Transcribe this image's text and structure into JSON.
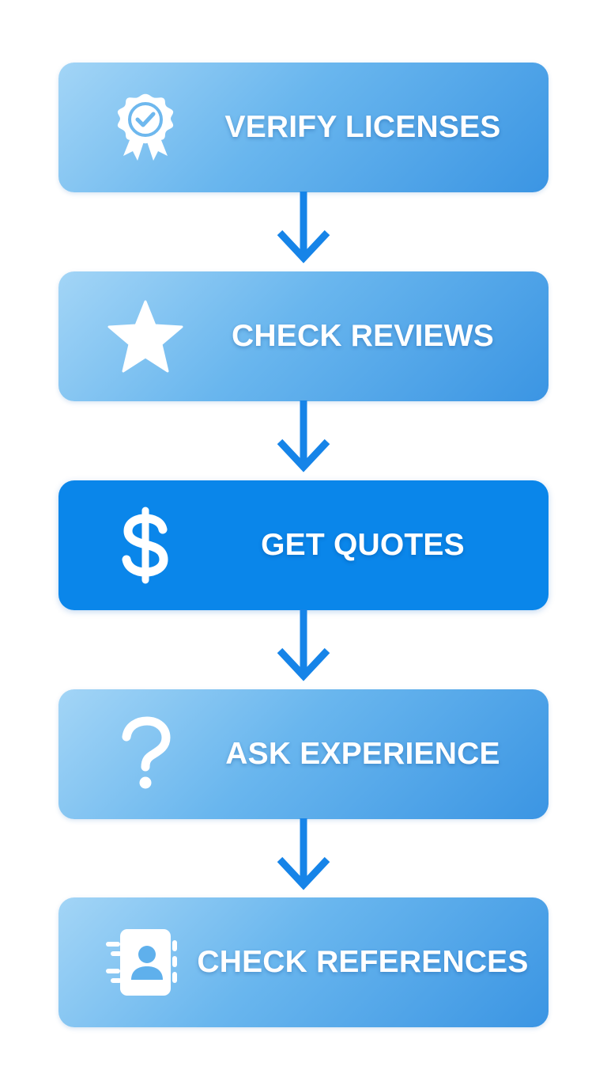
{
  "flow": {
    "steps": [
      {
        "label": "VERIFY LICENSES",
        "icon": "award-badge-icon"
      },
      {
        "label": "CHECK REVIEWS",
        "icon": "star-icon"
      },
      {
        "label": "GET QUOTES",
        "icon": "dollar-icon",
        "highlighted": true
      },
      {
        "label": "ASK EXPERIENCE",
        "icon": "question-mark-icon"
      },
      {
        "label": "CHECK REFERENCES",
        "icon": "contact-book-icon"
      }
    ],
    "colors": {
      "box_light": "#a3d5f6",
      "box_dark": "#3b95e3",
      "highlight": "#0a86ea",
      "arrow": "#1684e8",
      "text": "#ffffff"
    }
  }
}
